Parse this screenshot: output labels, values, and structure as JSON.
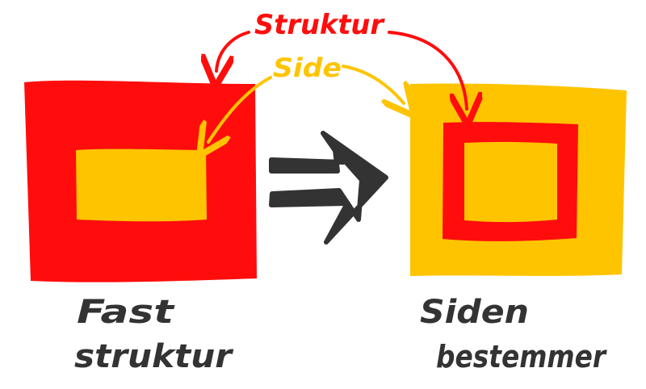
{
  "labels": {
    "top_red": "Struktur",
    "top_yellow": "Side",
    "left_caption_line1": "Fast",
    "left_caption_line2": "struktur",
    "right_caption_line1": "Siden",
    "right_caption_line2": "bestemmer"
  },
  "colors": {
    "red": "#ff0d0d",
    "yellow": "#ffc400",
    "dark": "#333333",
    "background": "#ffffff"
  }
}
